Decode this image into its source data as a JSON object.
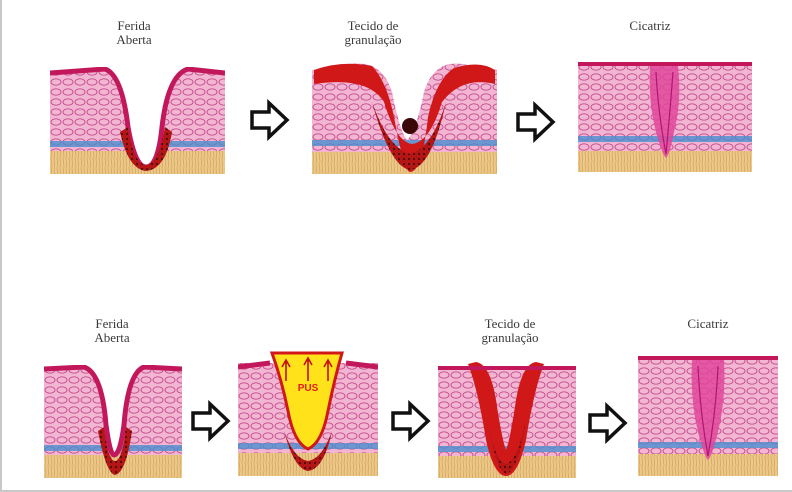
{
  "rows": [
    {
      "stages": [
        {
          "label": "Ferida\nAberta",
          "kind": "open"
        },
        {
          "label": "Tecido de\ngranulação",
          "kind": "granulation"
        },
        {
          "label": "Cicatriz",
          "kind": "scar"
        }
      ]
    },
    {
      "stages": [
        {
          "label": "Ferida\nAberta",
          "kind": "open"
        },
        {
          "label": "",
          "kind": "pus",
          "pus_text": "PUS"
        },
        {
          "label": "Tecido de\ngranulação",
          "kind": "granulation"
        },
        {
          "label": "Cicatriz",
          "kind": "scar"
        }
      ]
    }
  ],
  "colors": {
    "dermis": "#e58ab8",
    "epidermis": "#c2185b",
    "basal_layer": "#4a8fd0",
    "fat": "#ecc98a",
    "granulation": "#d01818",
    "wound_base": "#8a1010",
    "pus": "#ffe21a",
    "pus_text": "#e02020",
    "arrow_fill": "#ffffff",
    "arrow_stroke": "#111111"
  },
  "icons": {
    "arrow": "right-arrow-icon"
  }
}
